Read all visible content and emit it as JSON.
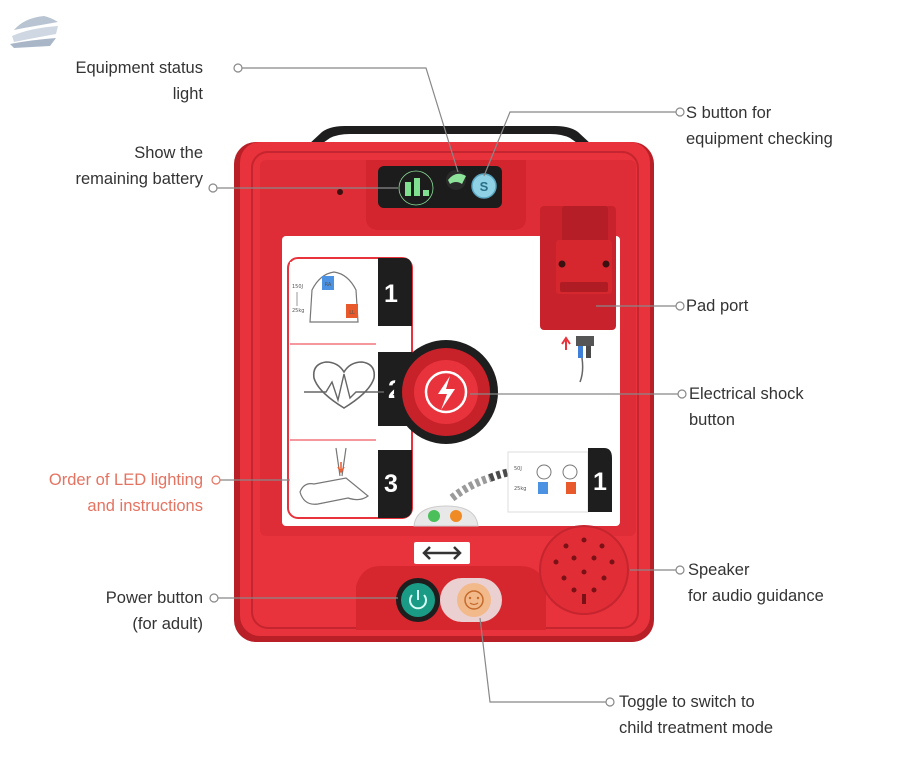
{
  "colors": {
    "device_red": "#e8323c",
    "label_text": "#333333",
    "accent_label": "#e57361",
    "leader_line": "#888888"
  },
  "device": {
    "steps": [
      "1",
      "2",
      "3"
    ],
    "child_step": "1",
    "pad_labels": [
      "RA",
      "LL"
    ],
    "energy_adult": [
      "150J",
      "25kg"
    ],
    "energy_child": [
      "50J",
      "25kg"
    ],
    "s_button_letter": "S"
  },
  "icons": [
    "watermark-logo",
    "battery-icon",
    "lightning-icon",
    "heart-icon",
    "power-icon",
    "child-face-icon",
    "double-arrow-icon"
  ],
  "labels": {
    "equipment_status": [
      "Equipment status",
      "light"
    ],
    "remaining_battery": [
      "Show the",
      "remaining battery"
    ],
    "s_button": [
      "S button for",
      "equipment checking"
    ],
    "pad_port": [
      "Pad port"
    ],
    "shock_button": [
      "Electrical shock",
      "button"
    ],
    "led_order": [
      "Order of LED lighting",
      "and instructions"
    ],
    "speaker": [
      "Speaker",
      "for audio guidance"
    ],
    "power_button": [
      "Power button",
      "(for adult)"
    ],
    "child_toggle": [
      "Toggle to switch to",
      "child treatment mode"
    ]
  }
}
